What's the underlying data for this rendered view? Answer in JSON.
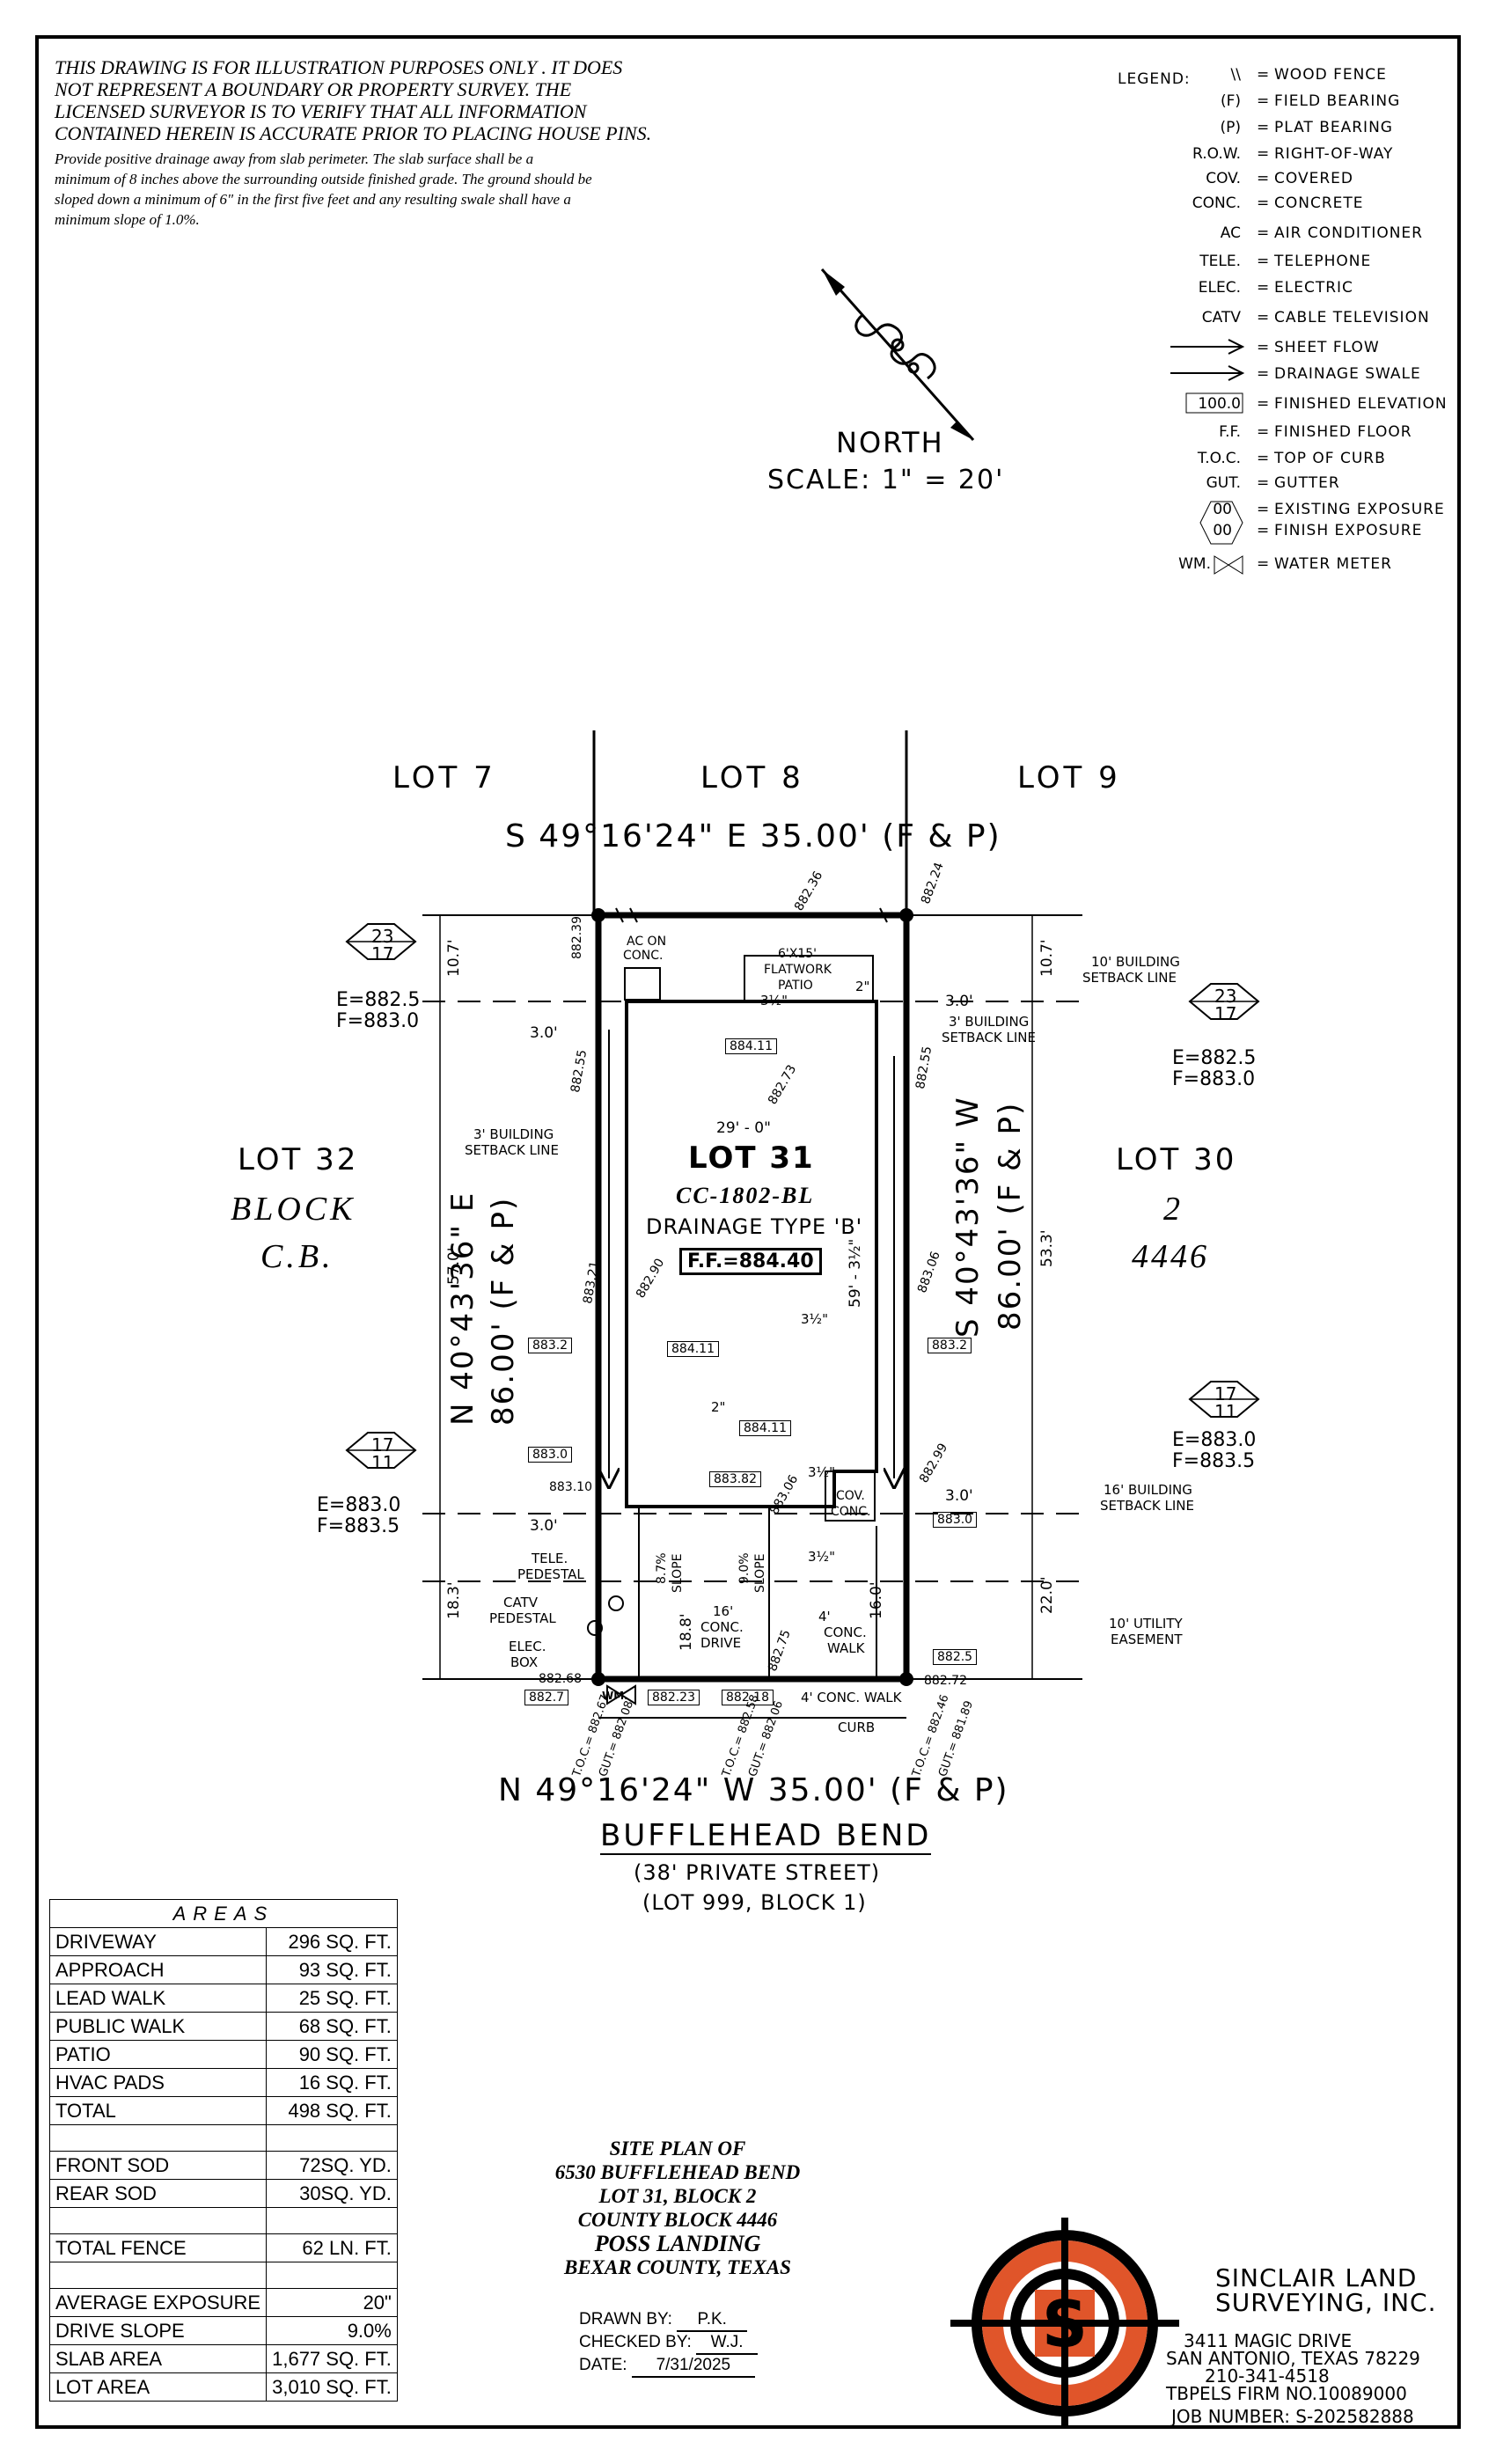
{
  "disclaimer": {
    "line1": "THIS DRAWING IS FOR ILLUSTRATION PURPOSES ONLY . IT DOES",
    "line2": "NOT REPRESENT A BOUNDARY OR PROPERTY SURVEY. THE",
    "line3": "LICENSED SURVEYOR IS TO VERIFY THAT ALL INFORMATION",
    "line4": "CONTAINED HEREIN IS ACCURATE PRIOR TO PLACING HOUSE PINS.",
    "drain1": "Provide positive drainage away from slab perimeter. The slab surface shall be a",
    "drain2": "minimum of 8 inches above the surrounding outside finished grade. The ground should be",
    "drain3": "sloped down a minimum of 6\" in the first five feet and any resulting swale shall have a",
    "drain4": "minimum slope of 1.0%."
  },
  "legend": {
    "title": "LEGEND:",
    "items": [
      {
        "sym": "\\\\",
        "desc": "WOOD FENCE"
      },
      {
        "sym": "(F)",
        "desc": "FIELD BEARING"
      },
      {
        "sym": "(P)",
        "desc": "PLAT BEARING"
      },
      {
        "sym": "R.O.W.",
        "desc": "RIGHT-OF-WAY"
      },
      {
        "sym": "COV.",
        "desc": "COVERED"
      },
      {
        "sym": "CONC.",
        "desc": "CONCRETE"
      },
      {
        "sym": "AC",
        "desc": "AIR CONDITIONER"
      },
      {
        "sym": "TELE.",
        "desc": "TELEPHONE"
      },
      {
        "sym": "ELEC.",
        "desc": "ELECTRIC"
      },
      {
        "sym": "CATV",
        "desc": "CABLE TELEVISION"
      },
      {
        "sym": "",
        "desc": "SHEET FLOW"
      },
      {
        "sym": "",
        "desc": "DRAINAGE SWALE"
      },
      {
        "sym": "100.0",
        "desc": "FINISHED ELEVATION"
      },
      {
        "sym": "F.F.",
        "desc": "FINISHED FLOOR"
      },
      {
        "sym": "T.O.C.",
        "desc": "TOP OF CURB"
      },
      {
        "sym": "GUT.",
        "desc": "GUTTER"
      },
      {
        "sym": "00",
        "desc": "EXISTING EXPOSURE"
      },
      {
        "sym": "00",
        "desc": "FINISH EXPOSURE"
      },
      {
        "sym": "WM.",
        "desc": "WATER METER"
      }
    ]
  },
  "north": {
    "label": "NORTH",
    "scale": "SCALE:  1\"  =  20'"
  },
  "plan": {
    "lot7": "LOT 7",
    "lot8": "LOT 8",
    "lot9": "LOT 9",
    "north_bearing": "S  49°16'24\"  E  35.00'  (F & P)",
    "south_bearing": "N  49°16'24\"  W  35.00'  (F & P)",
    "west_bearing": "N  40°43'36\"  E",
    "west_dist": "86.00'  (F & P)",
    "east_bearing": "S  40°43'36\"  W",
    "east_dist": "86.00'  (F & P)",
    "lot32": "LOT 32",
    "block_left": "BLOCK",
    "cb": "C.B.",
    "lot30": "LOT 30",
    "block_num": "2",
    "cb_num": "4446",
    "lot31": "LOT 31",
    "plan_name": "CC-1802-BL",
    "drainage": "DRAINAGE  TYPE  'B'",
    "ff": "F.F.=884.40",
    "street": "BUFFLEHEAD  BEND",
    "private": "(38'  PRIVATE  STREET)",
    "lot999": "(LOT 999, BLOCK 1)",
    "hex_tl": [
      "23",
      "17"
    ],
    "tl_e": "E=882.5",
    "tl_f": "F=883.0",
    "hex_tr": [
      "23",
      "17"
    ],
    "tr_e": "E=882.5",
    "tr_f": "F=883.0",
    "hex_bl": [
      "17",
      "11"
    ],
    "bl_e": "E=883.0",
    "bl_f": "F=883.5",
    "hex_br": [
      "17",
      "11"
    ],
    "br_e": "E=883.0",
    "br_f": "F=883.5",
    "labels": {
      "ac": "AC ON",
      "ac2": "CONC.",
      "patio1": "6'X15'",
      "patio2": "FLATWORK",
      "patio3": "PATIO",
      "bsl10": "10' BUILDING",
      "bsl10b": "SETBACK LINE",
      "bsl3r": "3' BUILDING",
      "bsl3rb": "SETBACK LINE",
      "bsl3l": "3' BUILDING",
      "bsl3lb": "SETBACK LINE",
      "bsl16": "16' BUILDING",
      "bsl16b": "SETBACK LINE",
      "ue10": "10' UTILITY",
      "ue10b": "EASEMENT",
      "tele": "TELE.",
      "tele2": "PEDESTAL",
      "catv": "CATV",
      "catv2": "PEDESTAL",
      "elec": "ELEC.",
      "elec2": "BOX",
      "wm": "WM.",
      "covconc": "COV.",
      "covconc2": "CONC.",
      "drive": "16'",
      "drive2": "CONC.",
      "drive3": "DRIVE",
      "walk4": "4'",
      "walk4b": "CONC.",
      "walk4c": "WALK",
      "fwalk": "4'  CONC.  WALK",
      "curb": "CURB",
      "d29": "29' - 0\"",
      "d59": "59' - 3½\"",
      "d30a": "3.0'",
      "d30b": "3.0'",
      "d30c": "3.0'",
      "d30d": "3.0'",
      "d107a": "10.7'",
      "d107b": "10.7'",
      "d570": "57.0'",
      "d533": "53.3'",
      "d183": "18.3'",
      "d220": "22.0'",
      "d188": "18.8'",
      "d160": "16.0'",
      "d2a": "2\"",
      "d2b": "2\"",
      "d3a": "3½\"",
      "d3b": "3½\"",
      "d3c": "3½\"",
      "d3d": "3½\"",
      "s87": "8.7%",
      "s87b": "SLOPE",
      "s90": "9.0%",
      "s90b": "SLOPE"
    },
    "elev": {
      "e88439": "882.39",
      "e88236": "882.36",
      "e88224": "882.24",
      "e88255l": "882.55",
      "e88255r": "882.55",
      "e88411a": "884.11",
      "e88273": "882.73",
      "e88321": "883.21",
      "e88290": "882.90",
      "e88306": "883.06",
      "e8832l": "883.2",
      "e8832r": "883.2",
      "e88411b": "884.11",
      "e88411c": "884.11",
      "e8830": "883.0",
      "e88310": "883.10",
      "e88382": "883.82",
      "e88306b": "883.06",
      "e88299": "882.99",
      "e8830b": "883.0",
      "e8825": "882.5",
      "e88272": "882.72",
      "e88268": "882.68",
      "e8827": "882.7",
      "e88223": "882.23",
      "e88218": "882.18",
      "e88275": "882.75",
      "toc1": "T.O.C.= 882.67",
      "gut1": "GUT.= 882.08",
      "toc2": "T.O.C.= 882.58",
      "gut2": "GUT.= 882.06",
      "toc3": "T.O.C.= 882.46",
      "gut3": "GUT.= 881.89"
    }
  },
  "areas": {
    "header": "AREAS",
    "rows": [
      {
        "label": "DRIVEWAY",
        "value": "296 SQ. FT."
      },
      {
        "label": "APPROACH",
        "value": "93 SQ. FT."
      },
      {
        "label": "LEAD WALK",
        "value": "25 SQ. FT."
      },
      {
        "label": "PUBLIC WALK",
        "value": "68 SQ. FT."
      },
      {
        "label": "PATIO",
        "value": "90 SQ. FT."
      },
      {
        "label": "HVAC PADS",
        "value": "16 SQ. FT."
      },
      {
        "label": "TOTAL",
        "value": "498 SQ. FT."
      }
    ],
    "rows2": [
      {
        "label": "FRONT SOD",
        "value": "72SQ. YD."
      },
      {
        "label": "REAR SOD",
        "value": "30SQ. YD."
      }
    ],
    "rows3": [
      {
        "label": "TOTAL FENCE",
        "value": "62 LN. FT."
      }
    ],
    "rows4": [
      {
        "label": "AVERAGE EXPOSURE",
        "value": "20\""
      },
      {
        "label": "DRIVE SLOPE",
        "value": "9.0%"
      },
      {
        "label": "SLAB AREA",
        "value": "1,677 SQ. FT."
      },
      {
        "label": "LOT AREA",
        "value": "3,010 SQ. FT."
      }
    ]
  },
  "title_block": {
    "l1": "SITE PLAN OF",
    "l2": "6530 BUFFLEHEAD BEND",
    "l3": "LOT 31, BLOCK 2",
    "l4": "COUNTY BLOCK 4446",
    "l5": "POSS LANDING",
    "l6": "BEXAR COUNTY, TEXAS"
  },
  "drawn": {
    "drawn_label": "DRAWN BY:",
    "drawn_val": "P.K.",
    "checked_label": "CHECKED BY:",
    "checked_val": "W.J.",
    "date_label": "DATE:",
    "date_val": "7/31/2025"
  },
  "company": {
    "name1": "SINCLAIR LAND",
    "name2": "SURVEYING, INC.",
    "addr1": "3411 MAGIC DRIVE",
    "addr2": "SAN ANTONIO, TEXAS 78229",
    "phone": "210-341-4518",
    "firm": "TBPELS FIRM NO.10089000",
    "job": "JOB NUMBER:   S-202582888",
    "logo_letter": "S",
    "logo_color": "#e0552a"
  }
}
